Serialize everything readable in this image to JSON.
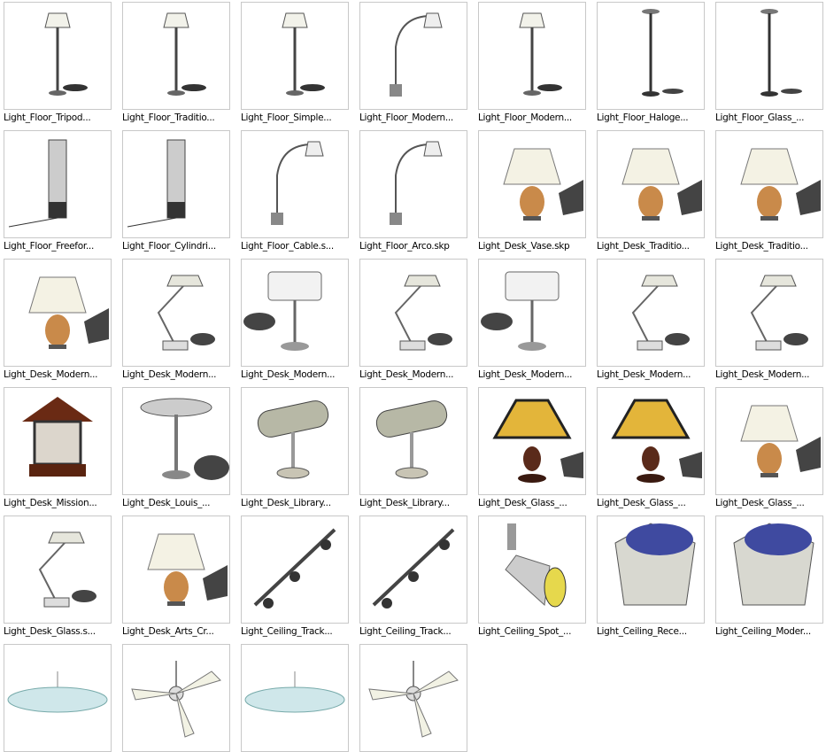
{
  "items": [
    {
      "label": "Light_Floor_Tripod...",
      "icon": "floor-lamp"
    },
    {
      "label": "Light_Floor_Traditio...",
      "icon": "floor-lamp"
    },
    {
      "label": "Light_Floor_Simple...",
      "icon": "floor-lamp"
    },
    {
      "label": "Light_Floor_Modern...",
      "icon": "floor-arc-lamp"
    },
    {
      "label": "Light_Floor_Modern...",
      "icon": "floor-lamp"
    },
    {
      "label": "Light_Floor_Haloge...",
      "icon": "torchiere-lamp"
    },
    {
      "label": "Light_Floor_Glass_...",
      "icon": "torchiere-lamp"
    },
    {
      "label": "Light_Floor_Freefor...",
      "icon": "column-lamp"
    },
    {
      "label": "Light_Floor_Cylindri...",
      "icon": "column-lamp"
    },
    {
      "label": "Light_Floor_Cable.s...",
      "icon": "floor-arc-lamp"
    },
    {
      "label": "Light_Floor_Arco.skp",
      "icon": "floor-arc-lamp"
    },
    {
      "label": "Light_Desk_Vase.skp",
      "icon": "table-lamp"
    },
    {
      "label": "Light_Desk_Traditio...",
      "icon": "table-lamp"
    },
    {
      "label": "Light_Desk_Traditio...",
      "icon": "table-lamp"
    },
    {
      "label": "Light_Desk_Modern...",
      "icon": "table-lamp"
    },
    {
      "label": "Light_Desk_Modern...",
      "icon": "desk-arm-lamp"
    },
    {
      "label": "Light_Desk_Modern...",
      "icon": "drum-lamp"
    },
    {
      "label": "Light_Desk_Modern...",
      "icon": "desk-arm-lamp"
    },
    {
      "label": "Light_Desk_Modern...",
      "icon": "drum-lamp"
    },
    {
      "label": "Light_Desk_Modern...",
      "icon": "desk-arm-lamp"
    },
    {
      "label": "Light_Desk_Modern...",
      "icon": "desk-arm-lamp"
    },
    {
      "label": "Light_Desk_Mission...",
      "icon": "mission-lamp"
    },
    {
      "label": "Light_Desk_Louis_...",
      "icon": "dome-lamp"
    },
    {
      "label": "Light_Desk_Library...",
      "icon": "bankers-lamp"
    },
    {
      "label": "Light_Desk_Library...",
      "icon": "bankers-lamp"
    },
    {
      "label": "Light_Desk_Glass_...",
      "icon": "tiffany-lamp"
    },
    {
      "label": "Light_Desk_Glass_...",
      "icon": "tiffany-lamp"
    },
    {
      "label": "Light_Desk_Glass_...",
      "icon": "table-lamp"
    },
    {
      "label": "Light_Desk_Glass.s...",
      "icon": "desk-arm-lamp"
    },
    {
      "label": "Light_Desk_Arts_Cr...",
      "icon": "table-lamp"
    },
    {
      "label": "Light_Ceiling_Track...",
      "icon": "track-light"
    },
    {
      "label": "Light_Ceiling_Track...",
      "icon": "track-light"
    },
    {
      "label": "Light_Ceiling_Spot_...",
      "icon": "spot-light"
    },
    {
      "label": "Light_Ceiling_Rece...",
      "icon": "recessed-light"
    },
    {
      "label": "Light_Ceiling_Moder...",
      "icon": "recessed-light"
    },
    {
      "label": "",
      "icon": "ceiling-dish-light"
    },
    {
      "label": "",
      "icon": "ceiling-fan"
    },
    {
      "label": "",
      "icon": "ceiling-dish-light"
    },
    {
      "label": "",
      "icon": "ceiling-fan"
    }
  ]
}
